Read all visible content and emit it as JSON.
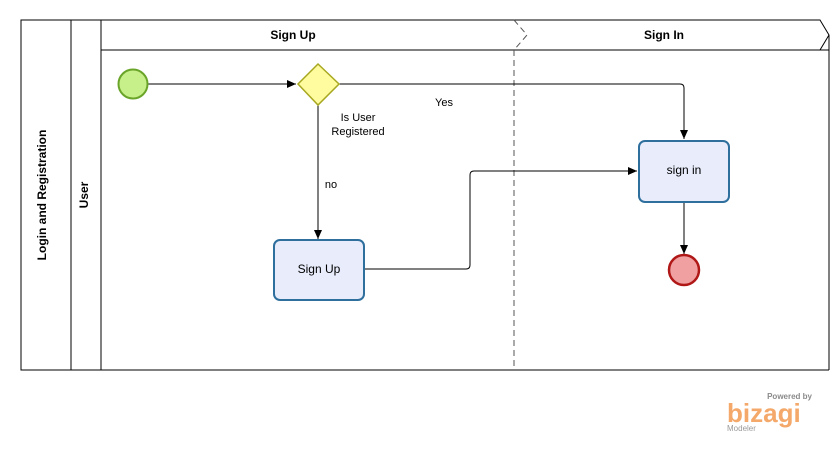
{
  "pool": {
    "title": "Login and Registration"
  },
  "lane": {
    "title": "User"
  },
  "phases": [
    {
      "title": "Sign Up"
    },
    {
      "title": "Sign In"
    }
  ],
  "tasks": {
    "sign_up": {
      "label": "Sign Up"
    },
    "sign_in": {
      "label": "sign in"
    }
  },
  "gateway": {
    "label_line1": "Is User",
    "label_line2": "Registered"
  },
  "flows": {
    "yes_label": "Yes",
    "no_label": "no"
  },
  "watermark": {
    "powered_by": "Powered by",
    "logo": "bizagi",
    "product": "Modeler"
  },
  "colors": {
    "start_fill": "#c8f08a",
    "start_stroke": "#6aa52a",
    "end_fill": "#f0a0a0",
    "end_stroke": "#b01818",
    "gateway_fill": "#fffca0",
    "gateway_stroke": "#a8a820",
    "task_fill": "#e8ecfb",
    "task_stroke": "#2e6f9e",
    "logo": "#f4a86a"
  }
}
